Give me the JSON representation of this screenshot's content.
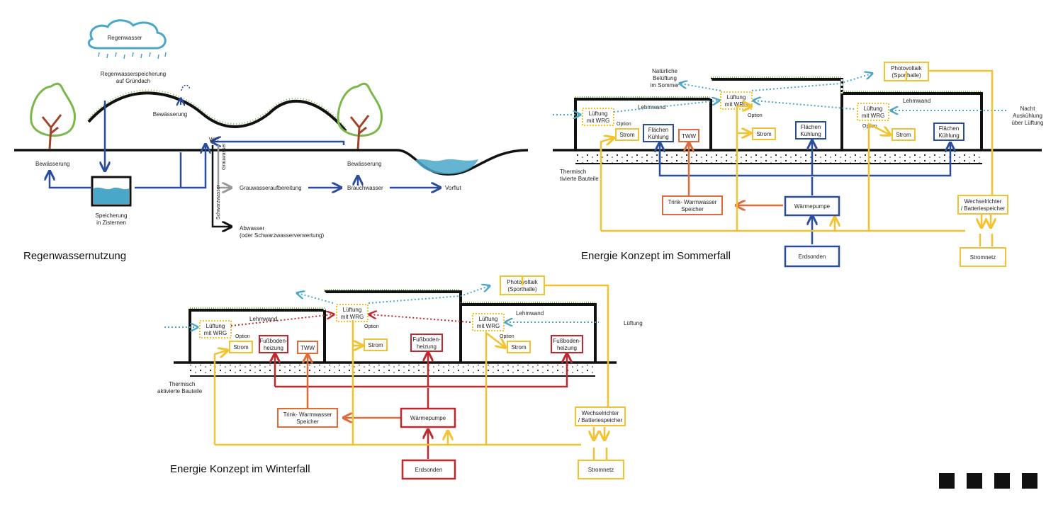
{
  "rain": {
    "title": "Regenwassernutzung",
    "cloud": "Regenwasser",
    "roof_storage": [
      "Regenwasserspeicherung",
      "auf Gründach"
    ],
    "irrigation_roof": "Bewässerung",
    "irrigation_left": "Bewässerung",
    "irrigation_right": "Bewässerung",
    "wc": "WC",
    "cistern": [
      "Speicherung",
      "in Zisternen"
    ],
    "grey_vert": "Grauwasser",
    "black_vert": "Schwarzwasser",
    "grey_treatment": "Grauwasseraufbereitung",
    "service_water": "Brauchwasser",
    "outflow": "Vorflut",
    "waste": [
      "Abwasser",
      "(oder Schwarzwasserverwertung)"
    ]
  },
  "summer": {
    "title": "Energie Konzept im Sommerfall",
    "natural": [
      "Natürliche",
      "Belüftung",
      "im Sommer"
    ],
    "pv": [
      "Photovoltaik",
      "(Sporthalle)"
    ],
    "lehmwand_left": "Lehmwand",
    "lehmwand_right": "Lehmwand",
    "vent": [
      "Lüftung",
      "mit WRG"
    ],
    "option": "Option",
    "strom": "Strom",
    "flaechen": [
      "Flächen",
      "Kühlung"
    ],
    "tww": "TWW",
    "thermal": [
      "Thermisch",
      "tivierte Bauteile"
    ],
    "night": [
      "Nacht",
      "Auskühlung",
      "über Lüftung"
    ],
    "storage": [
      "Trink- Warmwasser",
      "Speicher"
    ],
    "heatpump": "Wärmepumpe",
    "inverter": [
      "Wechselrichter",
      "/ Batteriespeicher"
    ],
    "ground": "Erdsonden",
    "grid": "Stromnetz"
  },
  "winter": {
    "title": "Energie Konzept im Winterfall",
    "pv": [
      "Photovoltaik",
      "(Sporthalle)"
    ],
    "lehmwand_left": "Lehmwand",
    "lehmwand_right": "Lehmwand",
    "vent": [
      "Lüftung",
      "mit WRG"
    ],
    "option": "Option",
    "strom": "Strom",
    "floor": [
      "Fußboden-",
      "heizung"
    ],
    "tww": "TWW",
    "thermal": [
      "Thermisch",
      "aktivierte Bauteile"
    ],
    "ventilation": "Lüftung",
    "storage": [
      "Trink- Warmwasser",
      "Speicher"
    ],
    "heatpump": "Wärmepumpe",
    "inverter": [
      "Wechselrichter",
      "/ Batteriespeicher"
    ],
    "ground": "Erdsonden",
    "grid": "Stromnetz"
  },
  "colors": {
    "blue": "#2a4c9c",
    "yellow": "#f3c22f",
    "red": "#c0282d",
    "orange": "#e06a3a",
    "green": "#7bb84a",
    "lightblue": "#4aa7c9",
    "brown": "#a0452a",
    "black": "#111111"
  }
}
